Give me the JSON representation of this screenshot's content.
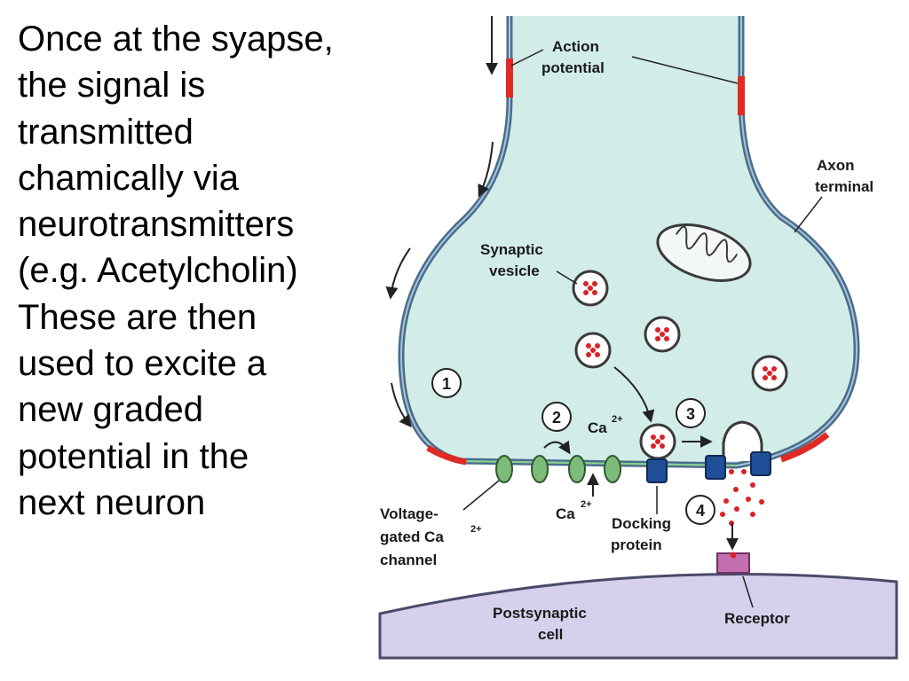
{
  "slide": {
    "body_lines": [
      "Once at the syapse,",
      "the signal is",
      "transmitted",
      "chamically via",
      "neurotransmitters",
      "(e.g. Acetylcholin)",
      "These are then",
      "used to excite a",
      "new graded",
      "potential in the",
      "next neuron"
    ]
  },
  "diagram": {
    "labels": {
      "action_potential": [
        "Action",
        "potential"
      ],
      "axon_terminal": [
        "Axon",
        "terminal"
      ],
      "synaptic_vesicle": [
        "Synaptic",
        "vesicle"
      ],
      "ca_inside": "Ca",
      "ca_outside": "Ca",
      "ca_charge": "2+",
      "voltage_gated_channel": [
        "Voltage-",
        "gated Ca",
        "channel"
      ],
      "docking_protein": [
        "Docking",
        "protein"
      ],
      "receptor": "Receptor",
      "postsynaptic_cell": [
        "Postsynaptic",
        "cell"
      ]
    },
    "steps": [
      "1",
      "2",
      "3",
      "4"
    ],
    "colors": {
      "cytoplasm": "#d2ece8",
      "membrane": "#4a6d8c",
      "action_potential": "#e02a24",
      "vesicle_contents": "#d8232a",
      "ca_channel": "#7dbb7a",
      "docking_protein": "#1f4f96",
      "receptor": "#c46fb1",
      "postsynaptic_cell": "#d6d0ec"
    }
  }
}
